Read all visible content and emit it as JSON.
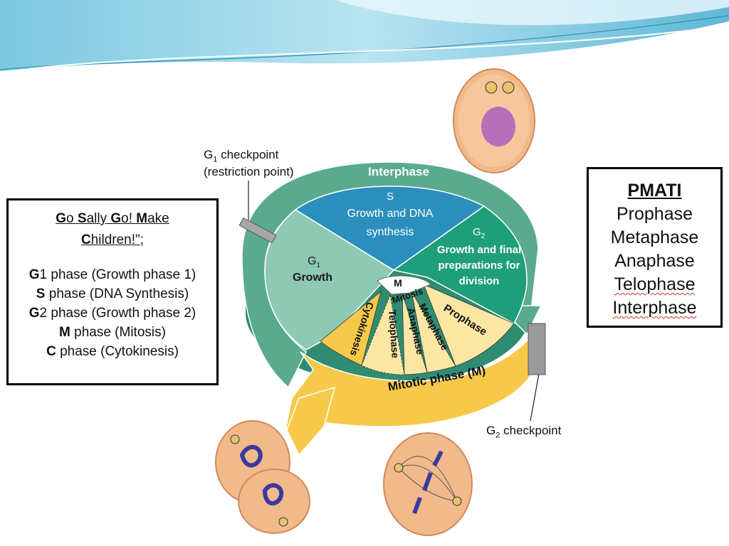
{
  "mnemonic": {
    "title_parts": [
      {
        "b": "G",
        "r": "o "
      },
      {
        "b": "S",
        "r": "ally "
      },
      {
        "b": "G",
        "r": "o! "
      },
      {
        "b": "M",
        "r": "ake"
      },
      {
        "b": "C",
        "r": "hildren!\";"
      }
    ],
    "items": [
      {
        "bold": "G",
        "rest": "1 phase (Growth phase 1)"
      },
      {
        "bold": "S",
        "rest": " phase (DNA Synthesis)"
      },
      {
        "bold": "G",
        "rest": "2 phase (Growth phase 2)"
      },
      {
        "bold": "M",
        "rest": " phase (Mitosis)"
      },
      {
        "bold": "C",
        "rest": " phase (Cytokinesis)"
      }
    ]
  },
  "pmati": {
    "heading": "PMATI",
    "items": [
      "Prophase",
      "Metaphase",
      "Anaphase",
      "Telophase",
      "Interphase"
    ]
  },
  "cycle": {
    "interphase": "Interphase",
    "s_label": "S",
    "s_desc_1": "Growth and DNA",
    "s_desc_2": "synthesis",
    "g1_label": "G",
    "g1_sub": "1",
    "g1_desc": "Growth",
    "g2_label": "G",
    "g2_sub": "2",
    "g2_desc_1": "Growth and final",
    "g2_desc_2": "preparations for",
    "g2_desc_3": "division",
    "m_label": "M",
    "mitosis": "Mitosis",
    "prophase": "Prophase",
    "metaphase": "Metaphase",
    "anaphase": "Anaphase",
    "telophase": "Telophase",
    "cytokinesis": "Cytokinesis",
    "mitotic_phase": "Mitotic phase (M)",
    "g1_checkpoint_a": "G",
    "g1_checkpoint_sub": "1",
    "g1_checkpoint_b": " checkpoint",
    "restriction": "(restriction point)",
    "g2_checkpoint_a": "G",
    "g2_checkpoint_sub": "2",
    "g2_checkpoint_b": " checkpoint"
  },
  "colors": {
    "header_blue": "#9fd8ea",
    "teal_dark": "#3a9a80",
    "teal_top": "#5aaa8e",
    "s_blue": "#2b8fbd",
    "g1_green": "#8ec9b3",
    "g2_green": "#1f9e7a",
    "yellow": "#f7c94a",
    "yellow_light": "#fbe6a3"
  }
}
